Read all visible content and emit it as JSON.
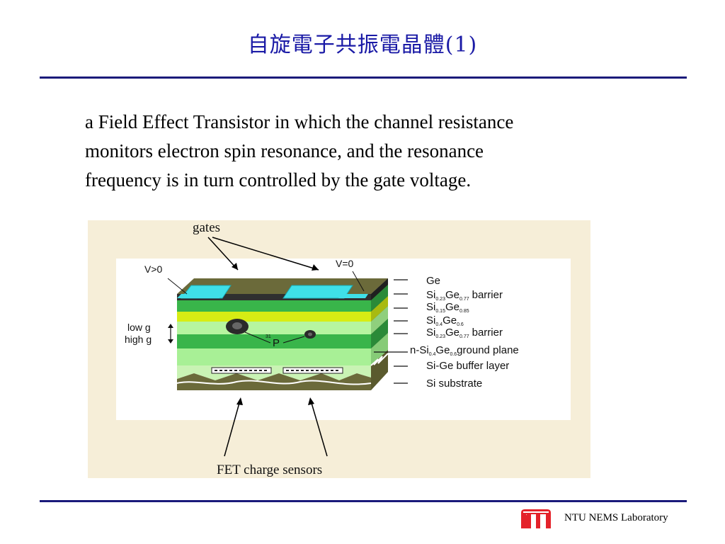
{
  "slide": {
    "title": "自旋電子共振電晶體(1)",
    "body_lines": [
      "a Field Effect Transistor in which the channel resistance",
      "monitors electron spin resonance, and the resonance",
      "frequency is in turn controlled by the gate voltage."
    ]
  },
  "figure": {
    "gates_label": "gates",
    "v_left": "V>0",
    "v_right": "V=0",
    "low_g": "low g",
    "high_g": "high g",
    "p_label": "P",
    "p_super": "31",
    "fet_label": "FET charge sensors",
    "layers": {
      "ge": "Ge",
      "barrier1": {
        "si": "Si",
        "si_sub": "0.23",
        "ge": "Ge",
        "ge_sub": "0.77",
        "suffix": "barrier"
      },
      "layer2": {
        "si": "Si",
        "si_sub": "0.15",
        "ge": "Ge",
        "ge_sub": "0.85"
      },
      "layer3": {
        "si": "Si",
        "si_sub": "0.4",
        "ge": "Ge",
        "ge_sub": "0.6"
      },
      "barrier2": {
        "si": "Si",
        "si_sub": "0.23",
        "ge": "Ge",
        "ge_sub": "0.77",
        "suffix": "barrier"
      },
      "ground": {
        "prefix": "n-Si",
        "si_sub": "0.4",
        "ge": "Ge",
        "ge_sub": "0.6",
        "suffix": "ground plane"
      },
      "buffer": "Si-Ge buffer layer",
      "substrate": "Si substrate"
    }
  },
  "footer": {
    "lab_name": "NTU NEMS Laboratory"
  },
  "colors": {
    "title": "#1a1aa6",
    "rule": "#1a1a7a",
    "figure_bg": "#f6eed8",
    "logo": "#e4222a"
  }
}
